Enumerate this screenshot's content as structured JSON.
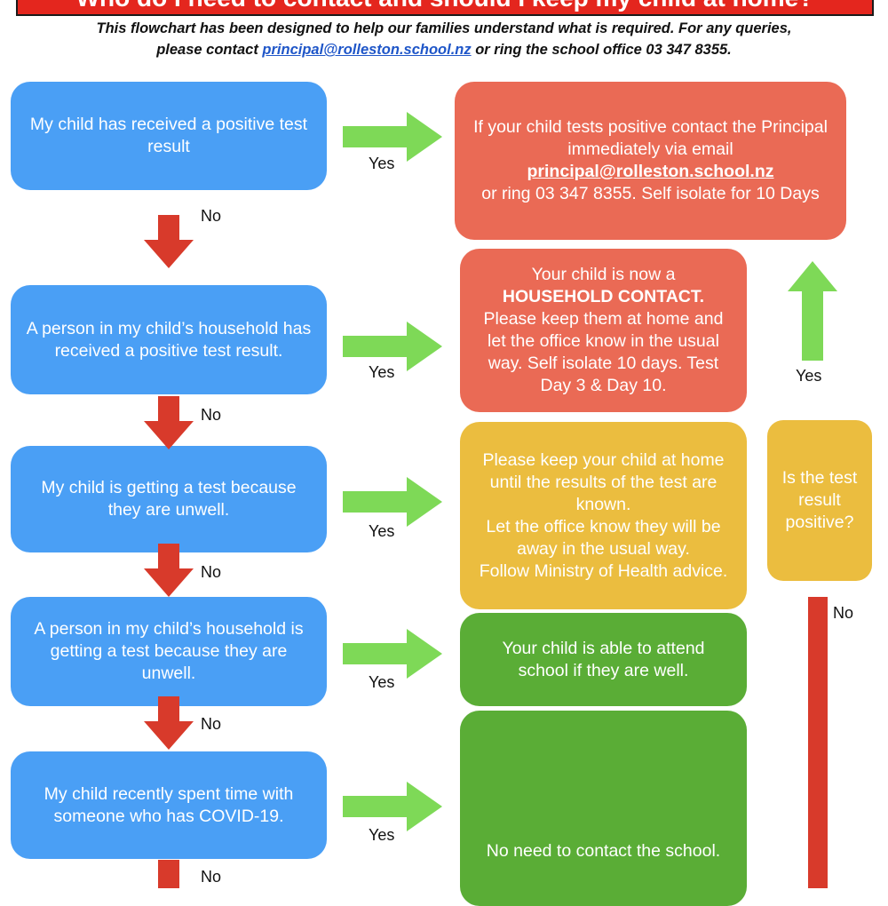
{
  "banner": {
    "title": "Who do I need to contact and should I keep my child at home?"
  },
  "intro": {
    "line1": "This flowchart has been designed to help our families understand what is required.  For any queries,",
    "line2_before": "please contact ",
    "line2_email": "principal@rolleston.school.nz",
    "line2_after": " or ring the school office 03 347 8355."
  },
  "questions": [
    {
      "text": "My child has received a positive test result"
    },
    {
      "text": "A person in my child’s household has received a positive test result."
    },
    {
      "text": "My child is getting a test because they are unwell."
    },
    {
      "text": "A person in my child’s household is getting a test because they are unwell."
    },
    {
      "text": "My child recently spent time with someone who has COVID-19."
    }
  ],
  "outcomes": {
    "positive": {
      "line1": "If your child tests positive contact the Principal immediately via email",
      "email": "principal@rolleston.school.nz",
      "line2": "or ring 03 347 8355. Self isolate for 10 Days"
    },
    "household": {
      "line1": "Your child is now a",
      "strong": "HOUSEHOLD CONTACT.",
      "line2": "Please keep them at home and let the office know in the usual way. Self isolate 10 days. Test Day 3 & Day 10."
    },
    "wait": {
      "line1": "Please keep your child at home  until the results of the test are known.",
      "line2": "Let the office know they will be away in the usual way.",
      "line3": "Follow Ministry of Health advice."
    },
    "attend": {
      "text": "Your child is able to attend school if they are well."
    },
    "no_contact": {
      "text": "No need to contact the school."
    }
  },
  "check": {
    "text": "Is the test result positive?"
  },
  "labels": {
    "yes": "Yes",
    "no": "No"
  },
  "colors": {
    "banner": "#e4261e",
    "question_blue": "#4a9ff5",
    "outcome_red": "#ea6a55",
    "outcome_yellow": "#ebbd3f",
    "outcome_green": "#5aad36",
    "arrow_green": "#7ed957",
    "arrow_red": "#d83a2b",
    "link_blue": "#1f56c8"
  }
}
